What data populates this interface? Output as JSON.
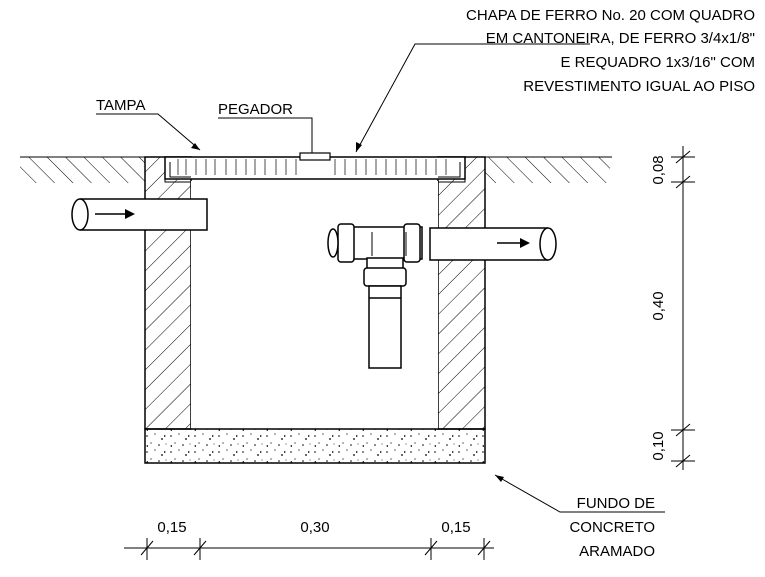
{
  "labels": {
    "chapa": [
      "CHAPA DE FERRO No. 20 COM QUADRO",
      "EM CANTONEIRA, DE FERRO 3/4x1/8\"",
      "E REQUADRO 1x3/16\" COM",
      "REVESTIMENTO IGUAL AO PISO"
    ],
    "tampa": "TAMPA",
    "pegador": "PEGADOR",
    "fundo": [
      "FUNDO DE",
      "CONCRETO",
      "ARAMADO"
    ]
  },
  "dimensions": {
    "horizontal": [
      "0,15",
      "0,30",
      "0,15"
    ],
    "vertical": [
      "0,08",
      "0,40",
      "0,10"
    ]
  }
}
